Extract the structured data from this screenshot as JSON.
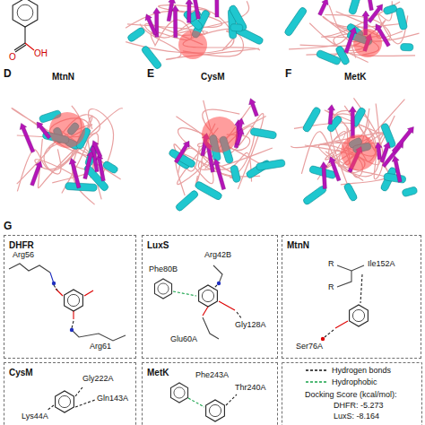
{
  "diagram": {
    "nodes": [
      {
        "text": [
          "DHFR"
        ]
      },
      {
        "text": [
          "LuxS"
        ]
      },
      {
        "text": [
          "MtnN"
        ]
      },
      {
        "text": [
          "CysM"
        ]
      },
      {
        "text": [
          "MetK"
        ]
      }
    ],
    "labels": [
      "O",
      "OH",
      "D",
      "MtnN",
      "E",
      "CysM",
      "F",
      "MetK",
      "G",
      "Arg56",
      "Arg61",
      "Phe80B",
      "Arg42B",
      "Glu60A",
      "Gly128A",
      "R",
      "R",
      "Ile152A",
      "Ser76A",
      "Gly222A",
      "Gln143A",
      "Lys44A",
      "Phe243A",
      "Thr240A",
      "Docking Score (kcal/mol):",
      "DHFR: -5.273",
      "LuxS: -8.164"
    ],
    "legend": [
      {
        "text": "Hydrogen bonds"
      },
      {
        "text": "Hydrophobic"
      }
    ]
  }
}
